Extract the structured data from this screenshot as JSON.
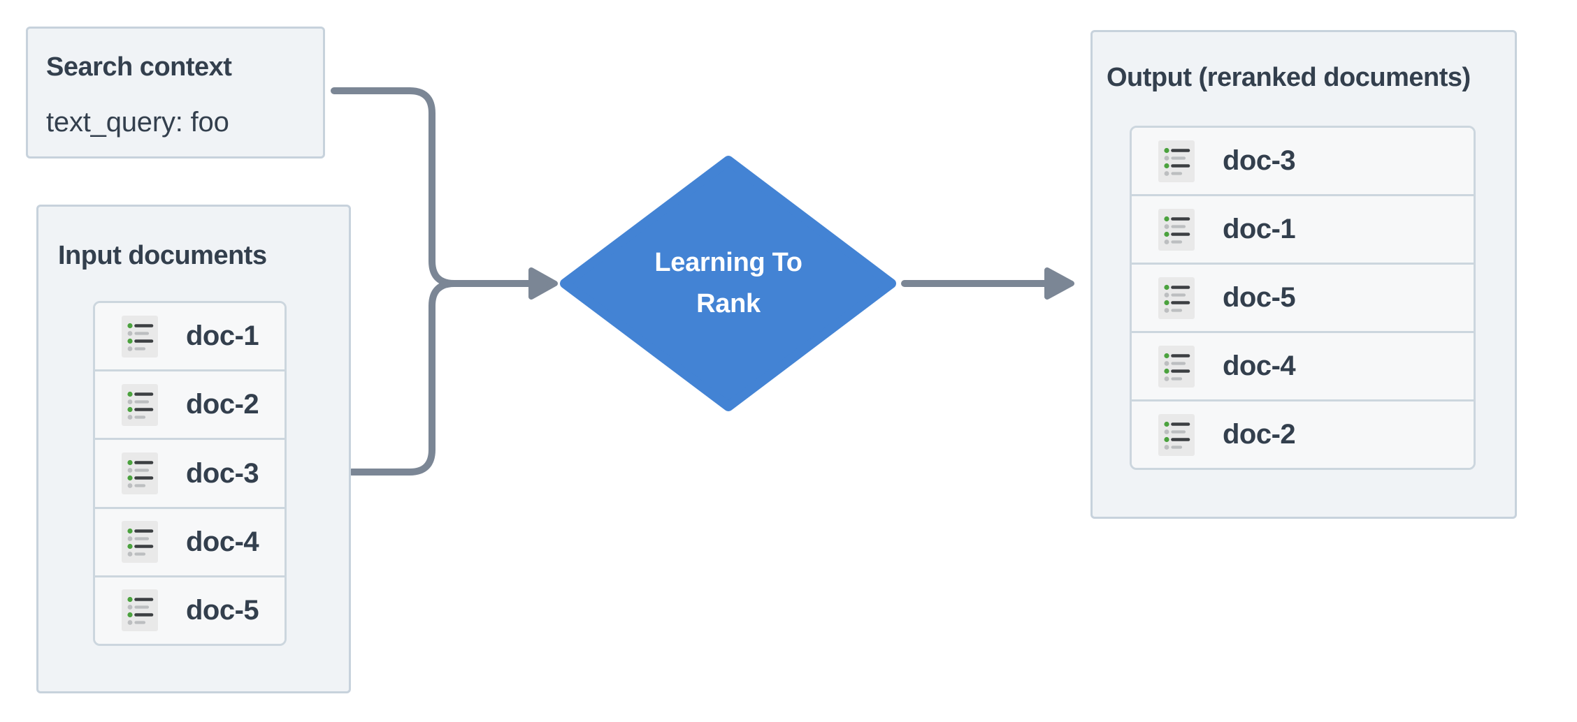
{
  "search_context": {
    "title": "Search context",
    "query": "text_query: foo"
  },
  "input_documents": {
    "title": "Input documents",
    "docs": [
      "doc-1",
      "doc-2",
      "doc-3",
      "doc-4",
      "doc-5"
    ]
  },
  "ltr_node": {
    "label": "Learning To Rank",
    "label_lines": [
      "Learning To",
      "Rank"
    ]
  },
  "output": {
    "title": "Output (reranked documents)",
    "docs": [
      "doc-3",
      "doc-1",
      "doc-5",
      "doc-4",
      "doc-2"
    ]
  },
  "icons": {
    "doc_row_icon": "list-icon"
  },
  "colors": {
    "accent_blue": "#4383d4",
    "arrow_gray": "#7b8695",
    "panel_border": "#c7d2dc",
    "panel_fill": "#f0f3f6",
    "row_fill": "#f7f8f9",
    "text": "#333f4d",
    "icon_bg": "#e9e9e9",
    "icon_green": "#4ba23e",
    "icon_gray": "#bcbec0",
    "icon_dark": "#3c3f42"
  }
}
